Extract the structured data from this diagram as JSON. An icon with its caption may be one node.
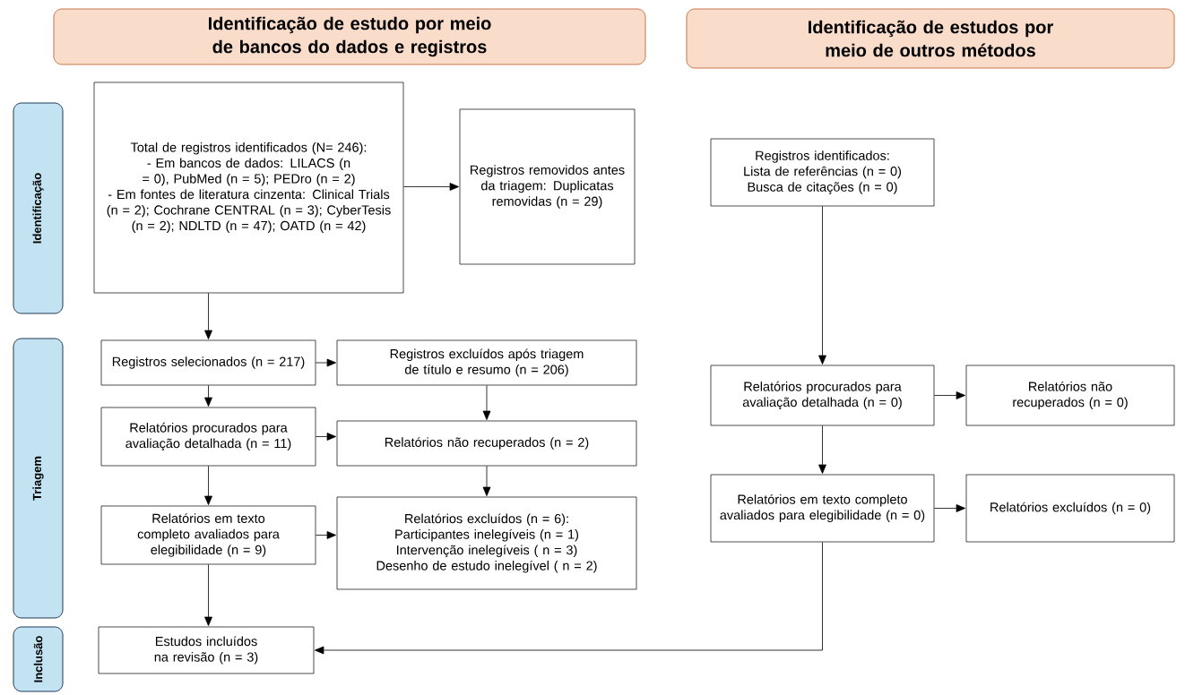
{
  "diagram": {
    "nodes": [
      {
        "text": [
          "Identificação de estudo por meio de bancos do dados e registros"
        ]
      },
      {
        "text": [
          "Identificação de estudos por meio de outros métodos"
        ]
      },
      {
        "text": [
          "Identificação"
        ]
      },
      {
        "text": [
          "Triagem"
        ]
      },
      {
        "text": [
          "Inclusão"
        ]
      },
      {
        "text": [
          "Total de registros identificados (N= 246):",
          "- Em bancos de dados: LILACS (n = 0), PubMed (n = 5); PEDro (n = 2)",
          "- Em fontes de literatura cinzenta: Clinical Trials (n = 2); Cochrane CENTRAL (n = 3); CyberTesis (n = 2); NDLTD (n = 47); OATD (n = 42)"
        ]
      },
      {
        "text": [
          "Registros removidos antes da triagem: Duplicatas removidas (n = 29)"
        ]
      },
      {
        "text": [
          "Registros identificados:",
          "Lista de referências (n = 0)",
          "Busca de citações (n = 0)"
        ]
      },
      {
        "text": [
          "Registros selecionados (n = 217)"
        ]
      },
      {
        "text": [
          "Registros excluídos após triagem de título e resumo (n = 206)"
        ]
      },
      {
        "text": [
          "Relatórios procurados para avaliação detalhada (n = 11)"
        ]
      },
      {
        "text": [
          "Relatórios não recuperados (n = 2)"
        ]
      },
      {
        "text": [
          "Relatórios em texto completo avaliados para elegibilidade (n = 9)"
        ]
      },
      {
        "text": [
          "Relatórios excluídos (n = 6):",
          "Participantes inelegíveis (n = 1)",
          "Intervenção inelegíveis ( n = 3)",
          "Desenho de estudo inelegível ( n = 2)"
        ]
      },
      {
        "text": [
          "Estudos incluídos na revisão (n = 3)"
        ]
      },
      {
        "text": [
          "Relatórios procurados para avaliação detalhada (n = 0)"
        ]
      },
      {
        "text": [
          "Relatórios não recuperados (n = 0)"
        ]
      },
      {
        "text": [
          "Relatórios em texto completo avaliados para elegibilidade (n = 0)"
        ]
      },
      {
        "text": [
          "Relatórios excluídos (n = 0)"
        ]
      }
    ],
    "edges": [
      {
        "from": 5,
        "to": 6,
        "arrow": "to"
      },
      {
        "from": 5,
        "to": 8,
        "arrow": "to"
      },
      {
        "from": 8,
        "to": 9,
        "arrow": "to"
      },
      {
        "from": 9,
        "to": 11,
        "arrow": "to"
      },
      {
        "from": 8,
        "to": 10,
        "arrow": "to"
      },
      {
        "from": 10,
        "to": 11,
        "arrow": "to"
      },
      {
        "from": 10,
        "to": 12,
        "arrow": "to"
      },
      {
        "from": 11,
        "to": 13,
        "arrow": "to"
      },
      {
        "from": 12,
        "to": 13,
        "arrow": "to"
      },
      {
        "from": 12,
        "to": 14,
        "arrow": "to"
      },
      {
        "from": 7,
        "to": 15,
        "arrow": "to"
      },
      {
        "from": 15,
        "to": 16,
        "arrow": "to"
      },
      {
        "from": 15,
        "to": 17,
        "arrow": "to"
      },
      {
        "from": 17,
        "to": 18,
        "arrow": "to"
      },
      {
        "from": 17,
        "to": 14,
        "arrow": "to"
      }
    ]
  }
}
